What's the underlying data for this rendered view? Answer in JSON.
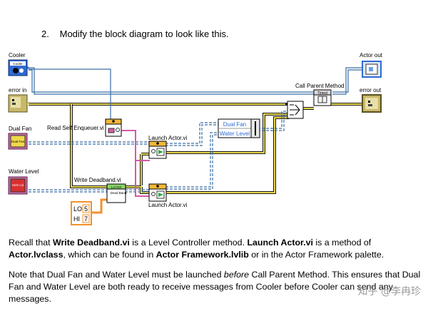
{
  "step": {
    "number": "2.",
    "text": "Modify the block diagram to look like this."
  },
  "diagram": {
    "controls": {
      "cooler": {
        "label": "Cooler",
        "icon_text": "Cooler"
      },
      "error_in": {
        "label": "error in"
      },
      "dual_fan": {
        "label": "Dual Fan",
        "icon_text": "Dual Fan"
      },
      "water_level": {
        "label": "Water Level",
        "icon_text": "H2O Lvl"
      }
    },
    "indicators": {
      "actor_out": {
        "label": "Actor out"
      },
      "error_out": {
        "label": "error out"
      }
    },
    "nodes": {
      "read_self_enqueuer": {
        "label": "Read Self Enqueuer.vi"
      },
      "launch_actor_1": {
        "label": "Launch Actor.vi"
      },
      "launch_actor_2": {
        "label": "Launch Actor.vi"
      },
      "write_deadband": {
        "label": "Write Deadband.vi",
        "icon_top": "Lvl Ctrl",
        "icon_bottom": "Dead Band"
      },
      "call_parent": {
        "label": "Call Parent Method",
        "icon_text": "Timed"
      },
      "bundle_dual_fan": "Dual Fan",
      "bundle_water_level": "Water Level"
    },
    "cluster": {
      "lo_label": "LO",
      "lo_value": "5",
      "hi_label": "HI",
      "hi_value": "7"
    }
  },
  "paragraph1": {
    "t1": "Recall that ",
    "b1": "Write Deadband.vi",
    "t2": " is a Level Controller method.  ",
    "b2": "Launch Actor.vi",
    "t3": " is a method of ",
    "b3": "Actor.lvclass",
    "t4": ", which can be found in ",
    "b4": "Actor Framework.lvlib",
    "t5": " or in the Actor Framework palette."
  },
  "paragraph2": {
    "t1": "Note that Dual Fan and Water Level must be launched ",
    "i1": "before",
    "t2": " Call Parent Method.  This ensures that Dual Fan and Water Level are both ready to receive messages from Cooler before Cooler can send any messages."
  },
  "watermark": "知乎 @李冉珍",
  "colors": {
    "wire_blue": "#3a6ea5",
    "wire_error": "#e8d84a",
    "wire_pink": "#d65aa7",
    "wire_orange": "#f2922c",
    "label": "#000000"
  }
}
